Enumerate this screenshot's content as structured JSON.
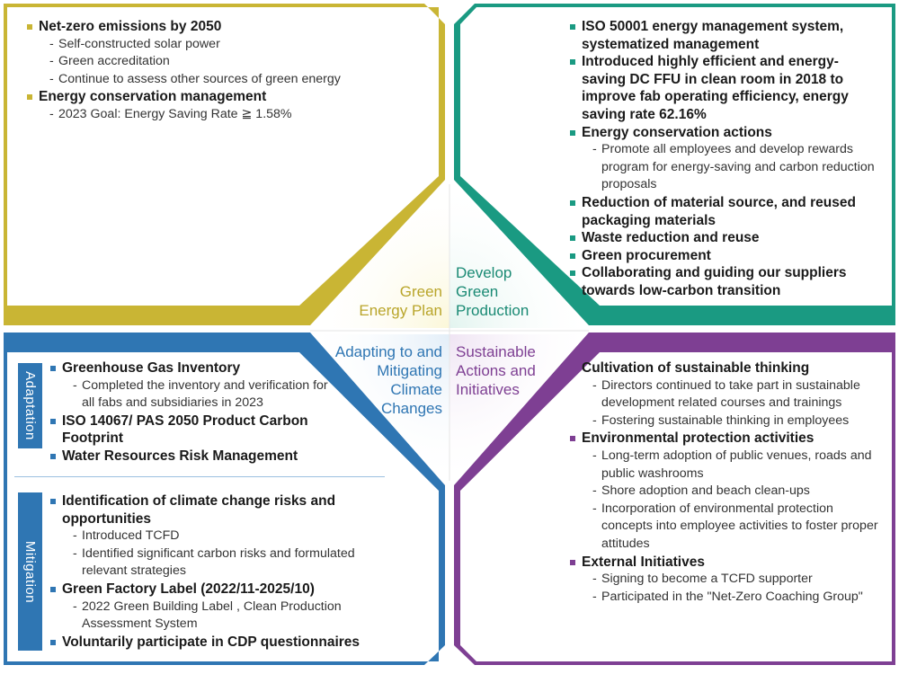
{
  "colors": {
    "green_energy": "#c9b534",
    "green_production": "#1a9a82",
    "climate": "#2f76b3",
    "sustainable": "#7e3f93"
  },
  "quadrants": {
    "green_energy": {
      "label": [
        "Green",
        "Energy Plan"
      ],
      "items": [
        {
          "text": "Net-zero emissions by 2050",
          "subs": [
            "Self-constructed solar power",
            "Green accreditation",
            "Continue to assess other sources of green energy"
          ]
        },
        {
          "text": "Energy conservation management",
          "subs": [
            "2023 Goal: Energy Saving Rate ≧ 1.58%"
          ]
        }
      ]
    },
    "green_production": {
      "label": [
        "Develop",
        "Green",
        "Production"
      ],
      "items": [
        {
          "text": "ISO 50001 energy management system, systematized management",
          "subs": []
        },
        {
          "text": "Introduced highly efficient and energy-saving DC FFU in clean room in 2018 to improve fab operating efficiency, energy saving rate 62.16%",
          "subs": []
        },
        {
          "text": "Energy conservation actions",
          "subs": [
            "Promote all employees and develop rewards program for energy-saving and carbon reduction proposals"
          ]
        },
        {
          "text": "Reduction of material source, and reused packaging materials",
          "subs": []
        },
        {
          "text": "Waste reduction and reuse",
          "subs": []
        },
        {
          "text": "Green procurement",
          "subs": []
        },
        {
          "text": "Collaborating and guiding our suppliers towards low-carbon transition",
          "subs": []
        }
      ]
    },
    "climate": {
      "label": [
        "Adapting to and",
        "Mitigating",
        "Climate",
        "Changes"
      ],
      "adaptation_label": "Adaptation",
      "mitigation_label": "Mitigation",
      "adaptation_items": [
        {
          "text": "Greenhouse Gas Inventory",
          "subs": [
            "Completed the inventory and verification for all fabs and subsidiaries in 2023"
          ]
        },
        {
          "text": "ISO 14067/ PAS 2050 Product Carbon Footprint",
          "subs": []
        },
        {
          "text": "Water Resources Risk Management",
          "subs": []
        }
      ],
      "mitigation_items": [
        {
          "text": "Identification of climate change risks and opportunities",
          "subs": [
            "Introduced TCFD",
            "Identified significant carbon risks and formulated relevant strategies"
          ]
        },
        {
          "text": "Green Factory Label (2022/11-2025/10)",
          "subs": [
            "2022 Green Building Label , Clean Production Assessment System"
          ]
        },
        {
          "text": "Voluntarily participate in CDP questionnaires",
          "subs": []
        }
      ]
    },
    "sustainable": {
      "label": [
        "Sustainable",
        "Actions and",
        "Initiatives"
      ],
      "items": [
        {
          "text": "Cultivation of sustainable thinking",
          "subs": [
            "Directors continued to take part in sustainable development related courses and trainings",
            "Fostering sustainable thinking in employees"
          ]
        },
        {
          "text": "Environmental protection activities",
          "subs": [
            "Long-term adoption of public venues, roads and public washrooms",
            "Shore adoption and beach clean-ups",
            "Incorporation of environmental protection concepts into employee activities to foster proper attitudes"
          ]
        },
        {
          "text": "External Initiatives",
          "subs": [
            "Signing to become a TCFD supporter",
            "Participated in the \"Net-Zero Coaching Group\""
          ]
        }
      ]
    }
  }
}
